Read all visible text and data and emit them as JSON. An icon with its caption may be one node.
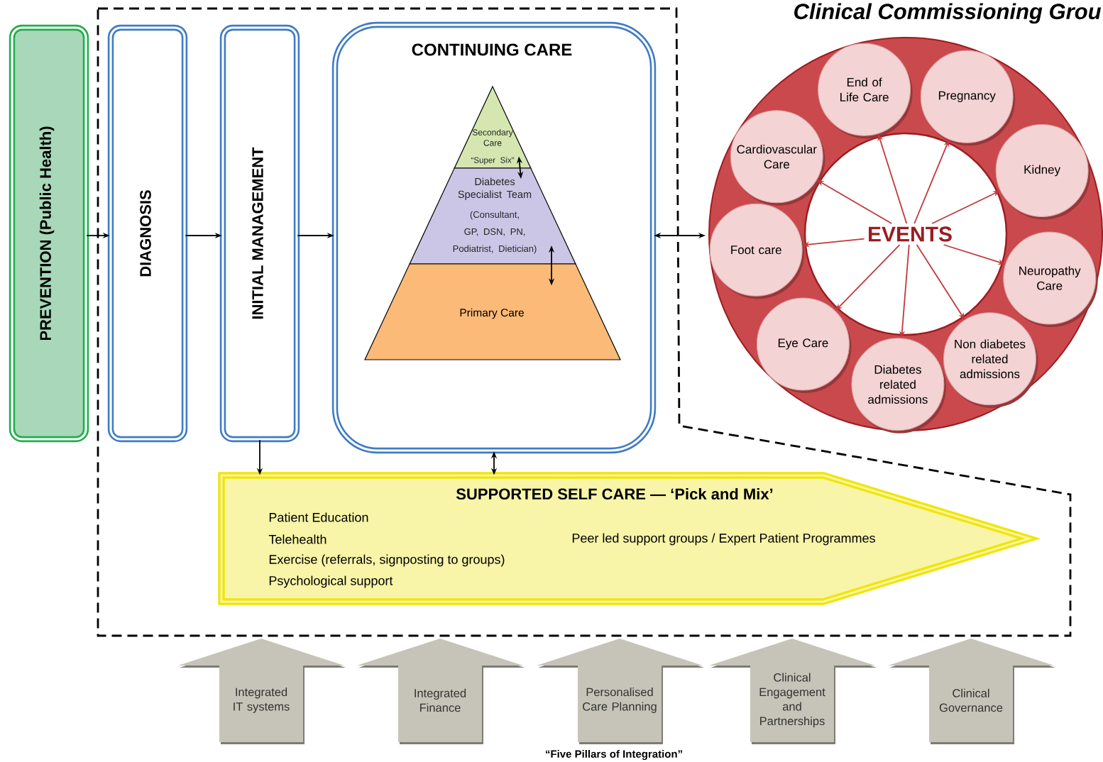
{
  "diagram": {
    "title": "Clinical Commissioning Grou",
    "caption": "“Five Pillars of Integration”",
    "nodes": [
      {
        "text": [
          "PREVENTION (Public Health)"
        ]
      },
      {
        "text": [
          "DIAGNOSIS"
        ]
      },
      {
        "text": [
          "INITIAL MANAGEMENT"
        ]
      },
      {
        "text": [
          "CONTINUING CARE"
        ]
      },
      {
        "text": [
          "Secondary Care",
          "“Super Six”"
        ],
        "in": 3
      },
      {
        "text": [
          "Diabetes Specialist Team",
          "(Consultant, GP, DSN, PN, Podiatrist, Dietician)"
        ],
        "in": 3
      },
      {
        "text": [
          "Primary Care"
        ],
        "in": 3
      },
      {
        "text": [],
        "shape": "circle"
      },
      {
        "text": [
          "EVENTS"
        ],
        "in": 7
      },
      {
        "text": [
          "End of Life Care"
        ],
        "in": 7
      },
      {
        "text": [
          "Pregnancy"
        ],
        "in": 7
      },
      {
        "text": [
          "Kidney"
        ],
        "in": 7
      },
      {
        "text": [
          "Neuropathy Care"
        ],
        "in": 7
      },
      {
        "text": [
          "Non diabetes related admissions"
        ],
        "in": 7
      },
      {
        "text": [
          "Diabetes related admissions"
        ],
        "in": 7
      },
      {
        "text": [
          "Eye Care"
        ],
        "in": 7
      },
      {
        "text": [
          "Foot care"
        ],
        "in": 7
      },
      {
        "text": [
          "Cardiovascular Care"
        ],
        "in": 7
      },
      {
        "text": [
          "SUPPORTED SELF CARE — ‘Pick and Mix’",
          "Patient Education",
          "Telehealth",
          "Peer led support groups / Expert Patient Programmes",
          "Exercise (referrals, signposting to groups)",
          "Psychological support"
        ]
      },
      {
        "text": [
          "Integrated IT systems"
        ]
      },
      {
        "text": [
          "Integrated Finance"
        ]
      },
      {
        "text": [
          "Personalised Care Planning"
        ]
      },
      {
        "text": [
          "Clinical Engagement and Partnerships"
        ]
      },
      {
        "text": [
          "Clinical Governance"
        ]
      }
    ],
    "edges": [
      {
        "from": 0,
        "to": 1,
        "arrow": "to",
        "color": "#000000"
      },
      {
        "from": 1,
        "to": 2,
        "arrow": "to",
        "color": "#000000"
      },
      {
        "from": 2,
        "to": 3,
        "arrow": "to",
        "color": "#000000"
      },
      {
        "from": 3,
        "to": 7,
        "arrow": "both",
        "color": "#000000"
      },
      {
        "from": 2,
        "to": 18,
        "arrow": "to",
        "color": "#000000"
      },
      {
        "from": 3,
        "to": 18,
        "arrow": "both",
        "color": "#000000"
      },
      {
        "from": 4,
        "to": 5,
        "arrow": "both",
        "color": "#000000"
      },
      {
        "from": 5,
        "to": 6,
        "arrow": "both",
        "color": "#000000"
      },
      {
        "from": 8,
        "to": 9,
        "arrow": "to",
        "color": "#c0393b"
      },
      {
        "from": 8,
        "to": 10,
        "arrow": "to",
        "color": "#c0393b"
      },
      {
        "from": 8,
        "to": 11,
        "arrow": "to",
        "color": "#c0393b"
      },
      {
        "from": 8,
        "to": 12,
        "arrow": "to",
        "color": "#c0393b"
      },
      {
        "from": 8,
        "to": 13,
        "arrow": "to",
        "color": "#c0393b"
      },
      {
        "from": 8,
        "to": 14,
        "arrow": "to",
        "color": "#c0393b"
      },
      {
        "from": 8,
        "to": 15,
        "arrow": "to",
        "color": "#c0393b"
      },
      {
        "from": 8,
        "to": 16,
        "arrow": "to",
        "color": "#c0393b"
      },
      {
        "from": 8,
        "to": 17,
        "arrow": "to",
        "color": "#c0393b"
      }
    ]
  }
}
